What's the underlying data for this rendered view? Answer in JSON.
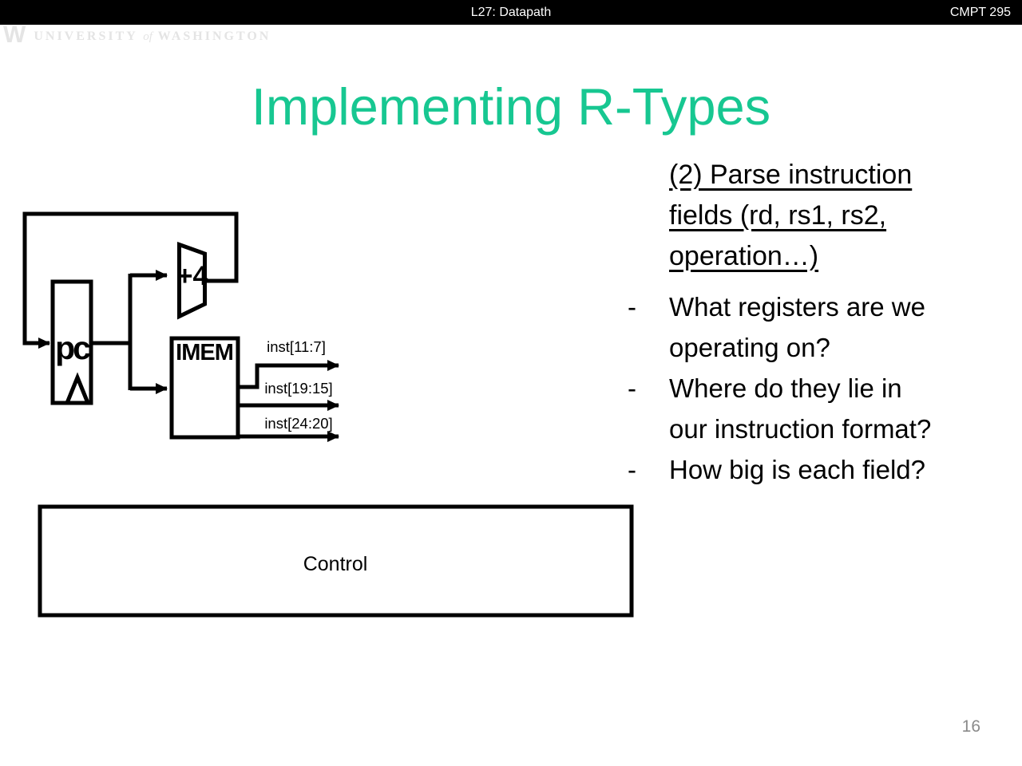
{
  "top_bar": {
    "lecture_label": "L27: Datapath",
    "course_label": "CMPT 295"
  },
  "watermark": {
    "mark": "W",
    "text_pre": "UNIVERSITY",
    "text_of": "of",
    "text_post": "WASHINGTON"
  },
  "title": "Implementing R-Types",
  "diagram": {
    "pc_label": "pc",
    "adder_label": "+4",
    "imem_label": "IMEM",
    "control_label": "Control",
    "output_labels": [
      "inst[11:7]",
      "inst[19:15]",
      "inst[24:20]"
    ]
  },
  "right": {
    "heading_lines": [
      "(2) Parse instruction",
      "fields (rd, rs1, rs2,",
      "operation…)"
    ],
    "bullet_char": "-",
    "bullets": [
      {
        "lines": [
          "What registers are we",
          "operating on?"
        ]
      },
      {
        "lines": [
          "Where do they lie in",
          "our instruction format?"
        ]
      },
      {
        "lines": [
          "How big is each field?"
        ]
      }
    ]
  },
  "page_number": "16",
  "colors": {
    "title_green": "#17c791",
    "bar_background": "#000000",
    "bar_text": "#ffffff",
    "diagram_stroke": "#000000",
    "page_number_gray": "#8a8a8a"
  }
}
